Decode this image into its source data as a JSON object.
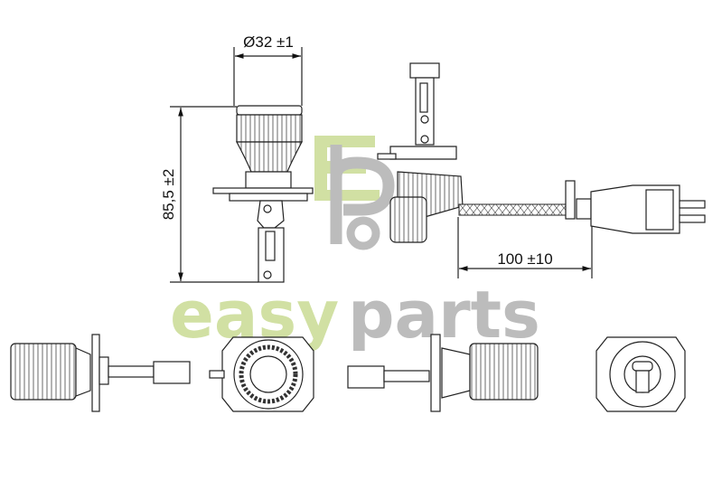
{
  "dimensions": {
    "diameter": "Ø32 ±1",
    "height": "85,5 ±2",
    "cable_length": "100 ±10"
  },
  "watermark": {
    "logo": "ep",
    "word_left": "easy",
    "word_right": "parts",
    "green": "#cfdf9f",
    "gray": "#b9b9b9"
  }
}
